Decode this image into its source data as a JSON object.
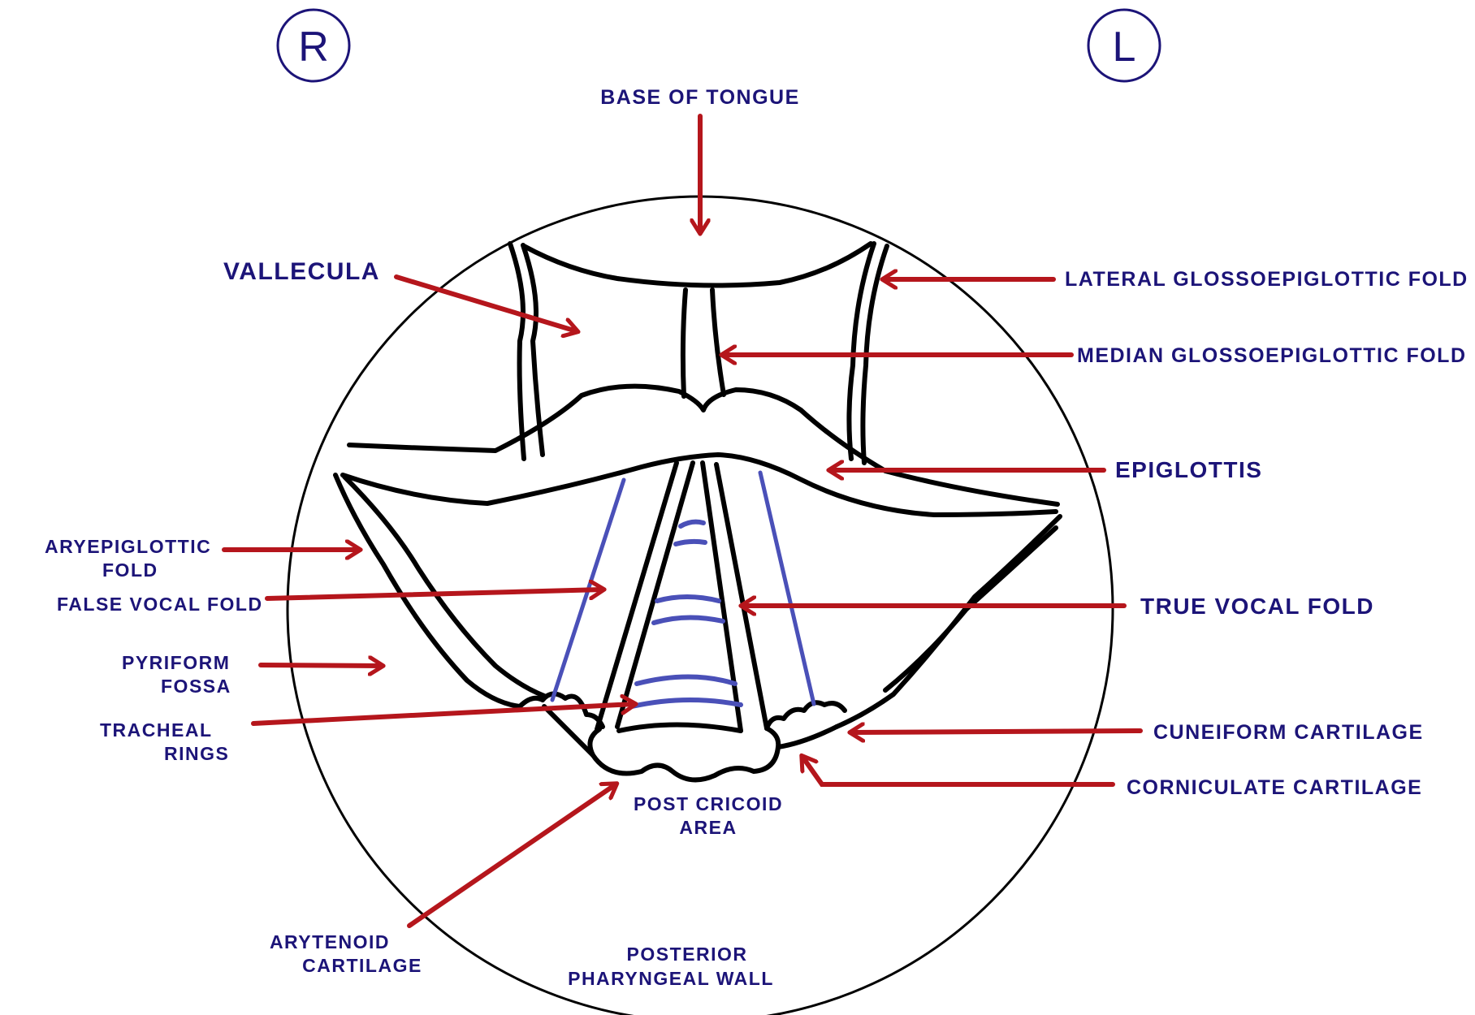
{
  "colors": {
    "ink": "#000000",
    "label": "#1c1478",
    "arrow": "#b5161c",
    "accent": "#4a50b8"
  },
  "sides": {
    "right": "R",
    "left": "L"
  },
  "labels": {
    "base_of_tongue": "BASE OF TONGUE",
    "vallecula": "VALLECULA",
    "lateral_glossoepiglottic_fold": "LATERAL GLOSSOEPIGLOTTIC FOLD",
    "median_glossoepiglottic_fold": "MEDIAN GLOSSOEPIGLOTTIC FOLD",
    "epiglottis": "EPIGLOTTIS",
    "aryepiglottic_fold_line1": "ARYEPIGLOTTIC",
    "aryepiglottic_fold_line2": "FOLD",
    "false_vocal_fold": "FALSE VOCAL FOLD",
    "true_vocal_fold": "TRUE VOCAL FOLD",
    "pyriform_fossa_line1": "PYRIFORM",
    "pyriform_fossa_line2": "FOSSA",
    "tracheal_rings_line1": "TRACHEAL",
    "tracheal_rings_line2": "RINGS",
    "cuneiform_cartilage": "CUNEIFORM CARTILAGE",
    "corniculate_cartilage": "CORNICULATE CARTILAGE",
    "post_cricoid_area_line1": "POST CRICOID",
    "post_cricoid_area_line2": "AREA",
    "arytenoid_cartilage_line1": "ARYTENOID",
    "arytenoid_cartilage_line2": "CARTILAGE",
    "posterior_pharyngeal_wall_line1": "POSTERIOR",
    "posterior_pharyngeal_wall_line2": "PHARYNGEAL WALL"
  }
}
